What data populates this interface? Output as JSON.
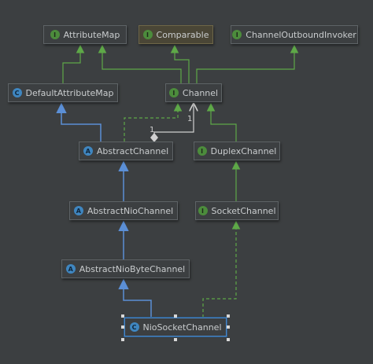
{
  "nodes": [
    {
      "id": "attributemap",
      "label": "AttributeMap",
      "kind": "interface",
      "icon": "I"
    },
    {
      "id": "comparable",
      "label": "Comparable",
      "kind": "interface",
      "icon": "I"
    },
    {
      "id": "channeloutboundinvoker",
      "label": "ChannelOutboundInvoker",
      "kind": "interface",
      "icon": "I"
    },
    {
      "id": "defaultattributemap",
      "label": "DefaultAttributeMap",
      "kind": "class",
      "icon": "C"
    },
    {
      "id": "channel",
      "label": "Channel",
      "kind": "interface",
      "icon": "I"
    },
    {
      "id": "abstractchannel",
      "label": "AbstractChannel",
      "kind": "abstract",
      "icon": "A"
    },
    {
      "id": "duplexchannel",
      "label": "DuplexChannel",
      "kind": "interface",
      "icon": "I"
    },
    {
      "id": "abstractniochannel",
      "label": "AbstractNioChannel",
      "kind": "abstract",
      "icon": "A"
    },
    {
      "id": "socketchannel",
      "label": "SocketChannel",
      "kind": "interface",
      "icon": "I"
    },
    {
      "id": "abstractniobytechannel",
      "label": "AbstractNioByteChannel",
      "kind": "abstract",
      "icon": "A"
    },
    {
      "id": "niosocketchannel",
      "label": "NioSocketChannel",
      "kind": "class",
      "icon": "C",
      "selected": true
    }
  ],
  "multiplicity": {
    "left": "1",
    "right": "1"
  },
  "colors": {
    "extends": "#5b8fd6",
    "implements": "#5ea848",
    "dependency": "#d0d0d0",
    "background": "#3c3f41"
  }
}
